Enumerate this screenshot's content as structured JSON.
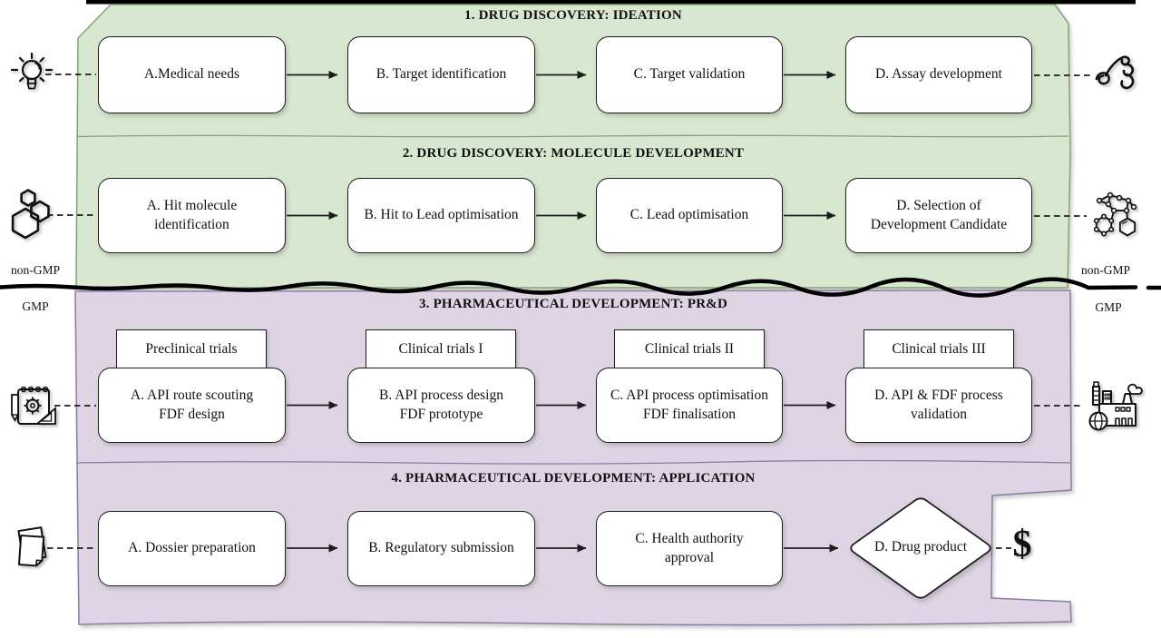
{
  "colors": {
    "green_zone": "#d8e7cf",
    "green_edge": "#83a56f",
    "purple_zone": "#ded4e4",
    "purple_edge": "#8f7ca1",
    "line_black": "#1c1c1c"
  },
  "sections": [
    {
      "title": "1. DRUG DISCOVERY: IDEATION",
      "boxes": [
        "A.Medical needs",
        "B. Target identification",
        "C. Target validation",
        "D. Assay development"
      ]
    },
    {
      "title": "2. DRUG DISCOVERY: MOLECULE DEVELOPMENT",
      "boxes": [
        "A. Hit molecule\nidentification",
        "B. Hit to Lead optimisation",
        "C. Lead optimisation",
        "D. Selection of\nDevelopment Candidate"
      ]
    },
    {
      "title": "3. PHARMACEUTICAL DEVELOPMENT: PR&D",
      "trial_labels": [
        "Preclinical trials",
        "Clinical trials I",
        "Clinical trials II",
        "Clinical trials III"
      ],
      "boxes": [
        "A. API route scouting\nFDF design",
        "B. API process design\nFDF prototype",
        "C. API process optimisation\nFDF finalisation",
        "D. API & FDF process\nvalidation"
      ]
    },
    {
      "title": "4. PHARMACEUTICAL DEVELOPMENT: APPLICATION",
      "boxes": [
        "A. Dossier preparation",
        "B. Regulatory submission",
        "C. Health authority\napproval",
        "D. Drug product"
      ]
    }
  ],
  "side_labels": {
    "left_non_gmp": "non-GMP",
    "left_gmp": "GMP",
    "right_non_gmp": "non-GMP",
    "right_gmp": "GMP"
  },
  "end_symbol": "$",
  "icons": {
    "left": [
      "lightbulb-icon",
      "molecule-hexagons-icon",
      "lab-notebook-gear-icon",
      "documents-icon"
    ],
    "right": [
      "protein-structure-icon",
      "molecule-cluster-icon",
      "factory-icon",
      "dollar-sign"
    ]
  }
}
